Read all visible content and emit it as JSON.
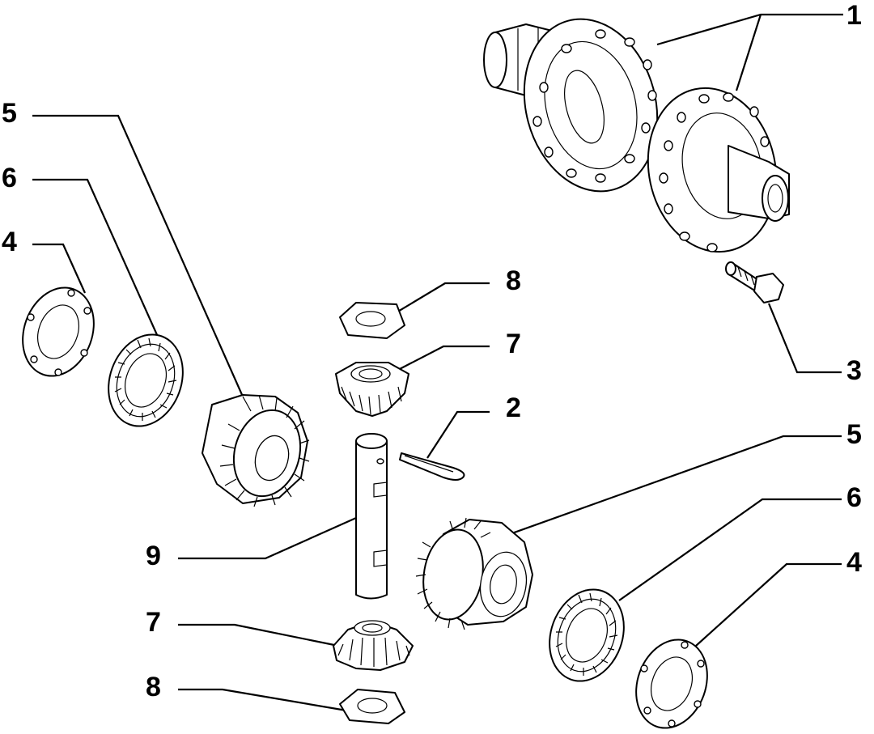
{
  "callouts": [
    {
      "id": "c1",
      "text": "1"
    },
    {
      "id": "c2",
      "text": "2"
    },
    {
      "id": "c3",
      "text": "3"
    },
    {
      "id": "c4a",
      "text": "4"
    },
    {
      "id": "c4b",
      "text": "4"
    },
    {
      "id": "c5a",
      "text": "5"
    },
    {
      "id": "c5b",
      "text": "5"
    },
    {
      "id": "c6a",
      "text": "6"
    },
    {
      "id": "c6b",
      "text": "6"
    },
    {
      "id": "c7a",
      "text": "7"
    },
    {
      "id": "c7b",
      "text": "7"
    },
    {
      "id": "c8a",
      "text": "8"
    },
    {
      "id": "c8b",
      "text": "8"
    },
    {
      "id": "c9",
      "text": "9"
    }
  ]
}
